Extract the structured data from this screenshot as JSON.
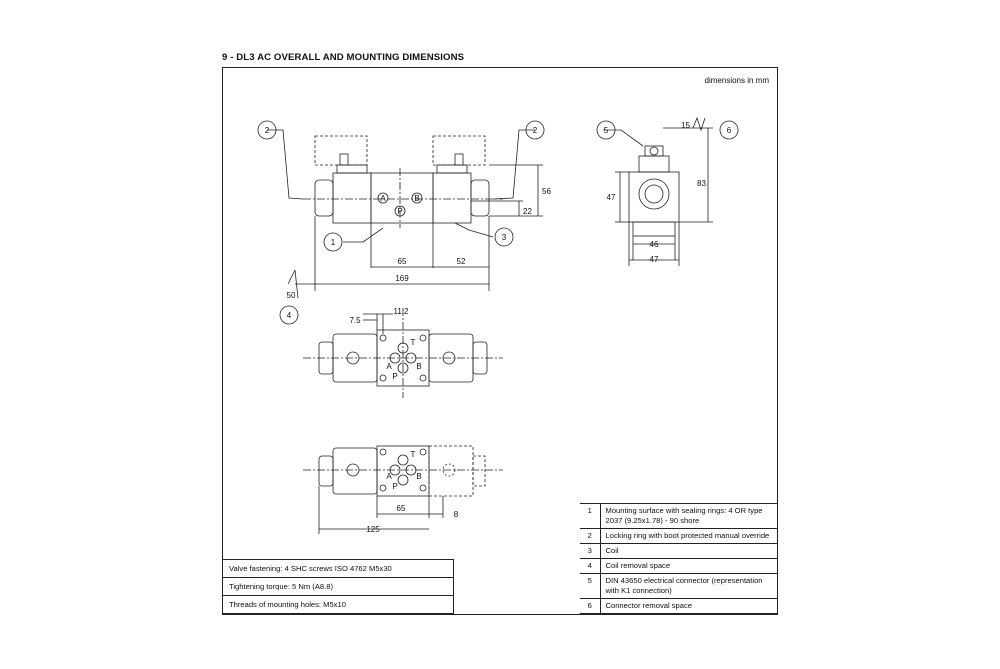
{
  "page": {
    "title": "9 - DL3 AC OVERALL AND MOUNTING DIMENSIONS",
    "units_note": "dimensions in mm"
  },
  "drawing": {
    "callouts": [
      "1",
      "2",
      "3",
      "4",
      "5",
      "6"
    ],
    "ports": [
      "A",
      "B",
      "P",
      "T"
    ],
    "dims_side": {
      "d65": "65",
      "d52": "52",
      "d169": "169",
      "d50": "50",
      "d56": "56",
      "d22": "22"
    },
    "dims_end": {
      "d15": "15",
      "d83": "83",
      "d47v": "47",
      "d46": "46",
      "d47h": "47"
    },
    "dims_top": {
      "d7_5": "7.5",
      "d11_2": "11.2"
    },
    "dims_bottom": {
      "d65": "65",
      "d8": "8",
      "d125": "125"
    }
  },
  "fastening": [
    "Valve fastening: 4 SHC screws ISO 4762 M5x30",
    "Tightening torque: 5 Nm (A8.8)",
    "Threads of mounting holes: M5x10"
  ],
  "legend": [
    {
      "num": "1",
      "text": "Mounting surface with sealing rings: 4 OR type 2037 (9.25x1.78) - 90 shore"
    },
    {
      "num": "2",
      "text": "Locking ring with boot protected manual override"
    },
    {
      "num": "3",
      "text": "Coil"
    },
    {
      "num": "4",
      "text": "Coil removal space"
    },
    {
      "num": "5",
      "text": "DIN 43650 electrical connector (representation with K1 connection)"
    },
    {
      "num": "6",
      "text": "Connector removal space"
    }
  ]
}
